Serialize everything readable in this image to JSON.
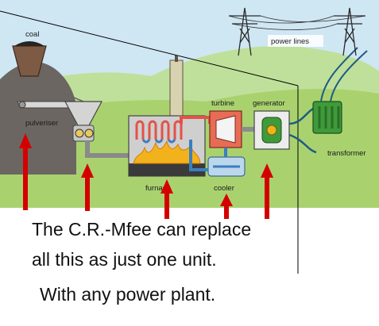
{
  "diagram": {
    "labels": {
      "coal": "coal",
      "power_lines": "power lines",
      "turbine": "turbine",
      "generator": "generator",
      "pulveriser": "pulveriser",
      "transformer": "transformer",
      "furnace": "furnace",
      "cooler": "cooler"
    }
  },
  "caption": {
    "line1": "The C.R.-Mfee can replace",
    "line2": "all this as just one unit.",
    "line3": "With any power plant."
  },
  "colors": {
    "arrow": "#d40000",
    "sky": "#cfe6f3",
    "hills": "#a9d26f",
    "pipe_hot": "#e35248",
    "pipe_cold": "#3a7fbf",
    "generator": "#3f9a3a",
    "furnace_body": "#cfcfcf",
    "flame": "#f2b21b"
  }
}
